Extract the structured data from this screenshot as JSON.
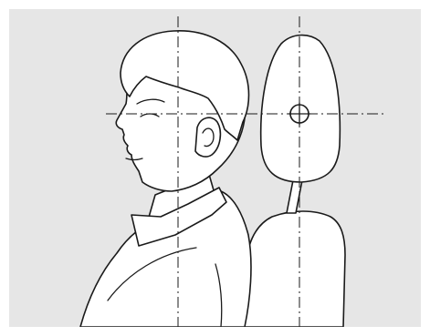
{
  "illustration": {
    "subject": "headrest-adjustment-diagram",
    "colors": {
      "panel_background": "#e6e6e6",
      "line": "#1a1a1a",
      "fill": "#ffffff",
      "frame": "#ffffff"
    },
    "guides": {
      "style": "dash-dot",
      "count": 3
    }
  }
}
